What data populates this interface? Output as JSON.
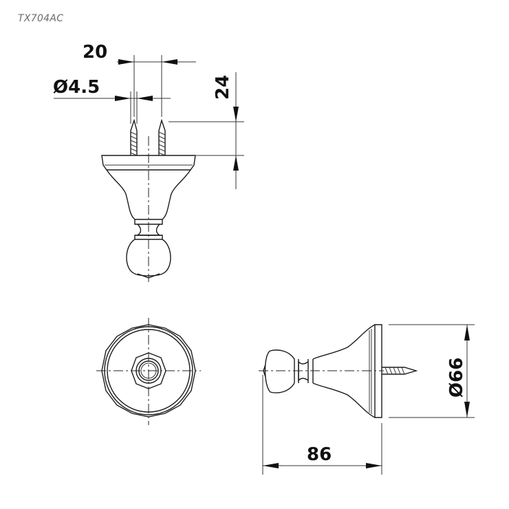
{
  "drawing": {
    "model": "TX704AC",
    "line_color": "#1a1a1a",
    "background": "#ffffff"
  },
  "views": {
    "front": {
      "name": "front-elevation",
      "dimensions": {
        "screw_spacing": "20",
        "screw_diameter": "Ø4.5",
        "screw_length": "24"
      }
    },
    "top": {
      "name": "top-plan-view"
    },
    "side": {
      "name": "side-elevation",
      "dimensions": {
        "base_diameter": "Ø66",
        "projection_depth": "86"
      }
    }
  }
}
